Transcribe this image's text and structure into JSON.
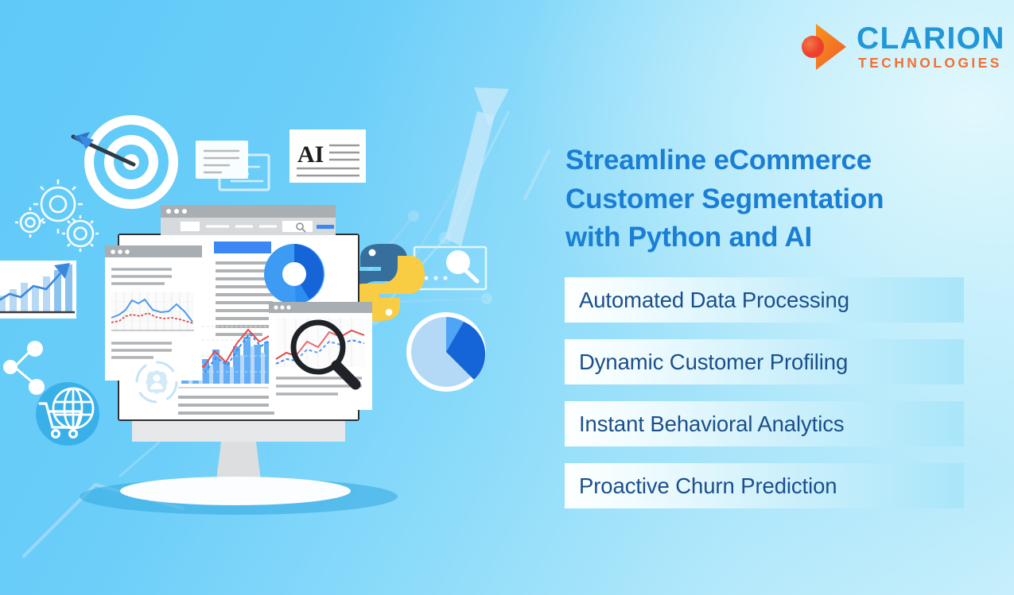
{
  "brand": {
    "name": "CLARION",
    "tagline": "TECHNOLOGIES",
    "mark_icon": "clarion-arrow-logo-icon",
    "blue": "#2196d8",
    "orange": "#f07135"
  },
  "headline": {
    "line1": "Streamline eCommerce",
    "line2": "Customer Segmentation",
    "line3": "with Python and AI",
    "color": "#1a7ed4"
  },
  "features": {
    "text_color": "#1b4f8c",
    "items": [
      {
        "label": "Automated Data Processing"
      },
      {
        "label": "Dynamic Customer Profiling"
      },
      {
        "label": "Instant Behavioral Analytics"
      },
      {
        "label": "Proactive Churn Prediction"
      }
    ]
  },
  "illustration": {
    "ai_card_label": "AI",
    "icons": [
      "target-with-arrow-icon",
      "gears-icon",
      "document-cards-icon",
      "ai-article-card-icon",
      "search-box-icon",
      "python-logo-icon",
      "pie-chart-icon",
      "donut-chart-icon",
      "bar-chart-arrow-icon",
      "share-network-icon",
      "globe-shopping-cart-icon",
      "magnifier-icon",
      "user-settings-icon",
      "desktop-monitor-icon"
    ],
    "donut_chart": {
      "type": "pie",
      "values": [
        55,
        27,
        18
      ],
      "colors": [
        "#3d9bf4",
        "#1565d8",
        "#2b8ef2"
      ]
    },
    "pie_chart": {
      "type": "pie",
      "values": [
        63,
        26,
        11
      ],
      "colors": [
        "#b3d9f7",
        "#1565d8",
        "#4ea4f5"
      ]
    }
  },
  "background": {
    "gradient_from": "#5fc9f8",
    "gradient_to": "#c9f0fb"
  }
}
